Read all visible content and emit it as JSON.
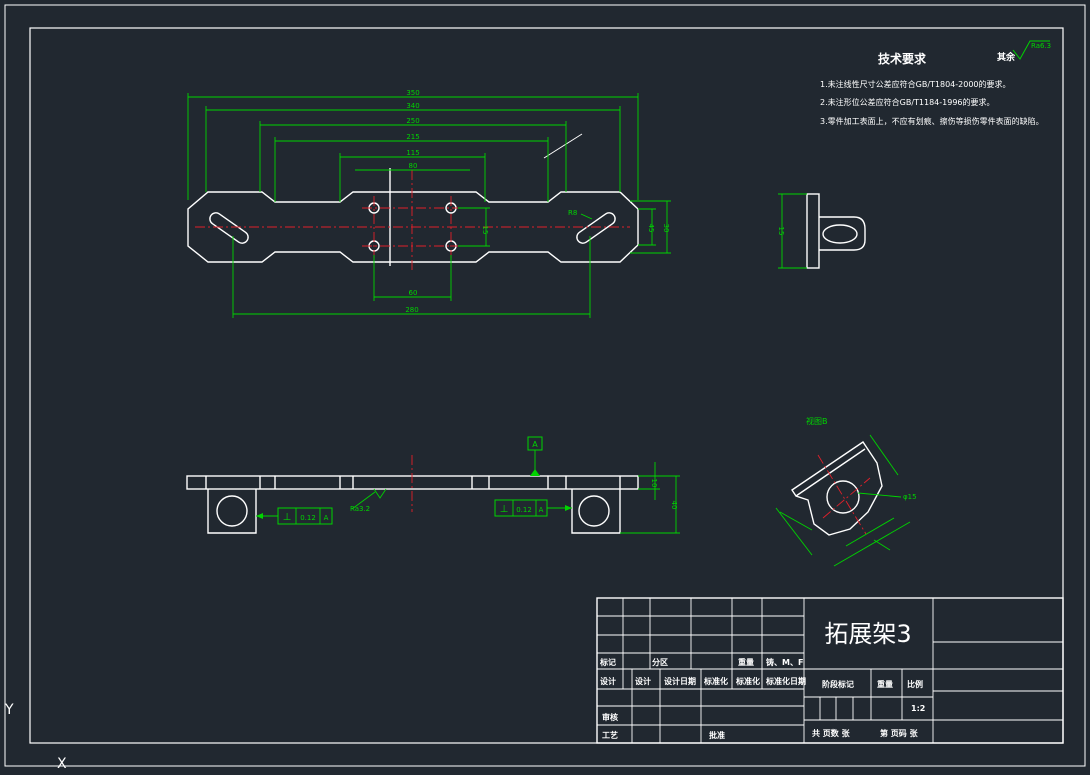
{
  "tech_requirements": {
    "heading": "技术要求",
    "items": [
      "1.未注线性尺寸公差应符合GB/T1804-2000的要求。",
      "2.未注形位公差应符合GB/T1184-1996的要求。",
      "3.零件加工表面上，不应有划痕、擦伤等损伤零件表面的缺陷。"
    ]
  },
  "surface_note": {
    "label": "其余",
    "symbol": "Ra6.3"
  },
  "top_view": {
    "dims": {
      "d1": "350",
      "d2": "340",
      "d3": "250",
      "d4": "215",
      "d5": "115",
      "d6": "80",
      "d7": "60",
      "d8": "280",
      "d9": "R8",
      "d10": "15",
      "d11": "45",
      "d12": "30"
    }
  },
  "side_view": {
    "dim": "15"
  },
  "front_view": {
    "datum": "A",
    "roughness": "Ra3.2",
    "tol_left": {
      "symbol": "⊥",
      "value": "0.12",
      "datum": "A"
    },
    "tol_right": {
      "symbol": "⊥",
      "value": "0.12",
      "datum": "A"
    },
    "dim_a": "10",
    "dim_b": "40"
  },
  "detail_view": {
    "label": "视图B",
    "dim": "φ15"
  },
  "title_block": {
    "title": "拓展架3",
    "r_mark": "标记",
    "r_zone": "分区",
    "r_weight_mark": "重量",
    "r_material": "铸、M、F",
    "r_design": "设计",
    "r_design2": "设计",
    "r_date": "设计日期",
    "r_std": "标准化",
    "r_std2": "标准化",
    "r_std_date": "标准化日期",
    "r_stage": "阶段标记",
    "r_weight": "重量",
    "r_scale": "比例",
    "scale_value": "1:2",
    "r_review": "审核",
    "r_process": "工艺",
    "r_approve": "批准",
    "r_sheet": "共 页数 张",
    "r_page": "第 页码 张"
  },
  "ucs": {
    "y_axis": "Y",
    "x_axis": "X"
  }
}
